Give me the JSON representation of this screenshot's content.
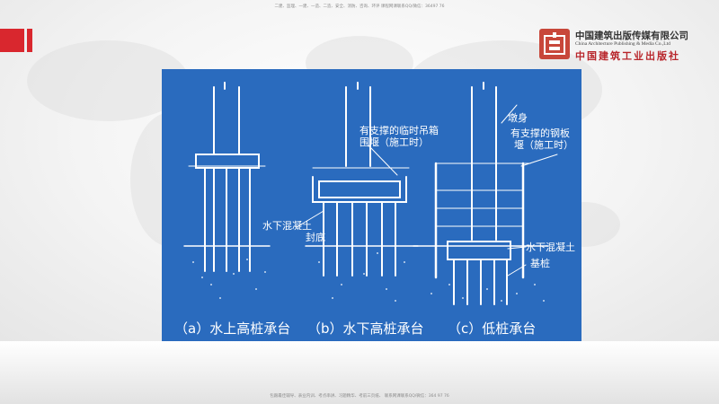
{
  "header": {
    "notice": "二建、监理、一建、一造、二造、安全、消防、咨询、环评 课程网课联系QQ/微信：36497 76"
  },
  "footer": {
    "notice": "包跟最佳辅导、表业内训、考点串讲、习题精华、考前三页纸、 联系网课联系QQ/微信：364 97 76"
  },
  "logo": {
    "name_cn": "中国建筑出版传媒有限公司",
    "name_en": "China Architecture Publishing & Media Co.,Ltd",
    "name_cn2": "中国建筑工业出版社"
  },
  "diagram": {
    "labels": {
      "temp_cofferdam_1": "有支撑的临时吊箱",
      "temp_cofferdam_2": "围堰（施工时）",
      "pier_body": "墩身",
      "steel_cofferdam_1": "有支撑的钢板",
      "steel_cofferdam_2": "堰（施工时）",
      "underwater_concrete_1": "水下混凝土",
      "underwater_concrete_2": "封底",
      "underwater_concrete_3": "水下混凝土",
      "foundation_pile": "基桩"
    },
    "captions": {
      "a": "（a）水上高桩承台",
      "b": "（b）水下高桩承台",
      "c": "（c）低桩承台"
    }
  },
  "colors": {
    "panel_blue": "#2a6bbe",
    "brand_red": "#d9272e",
    "line_white": "#ffffff"
  }
}
